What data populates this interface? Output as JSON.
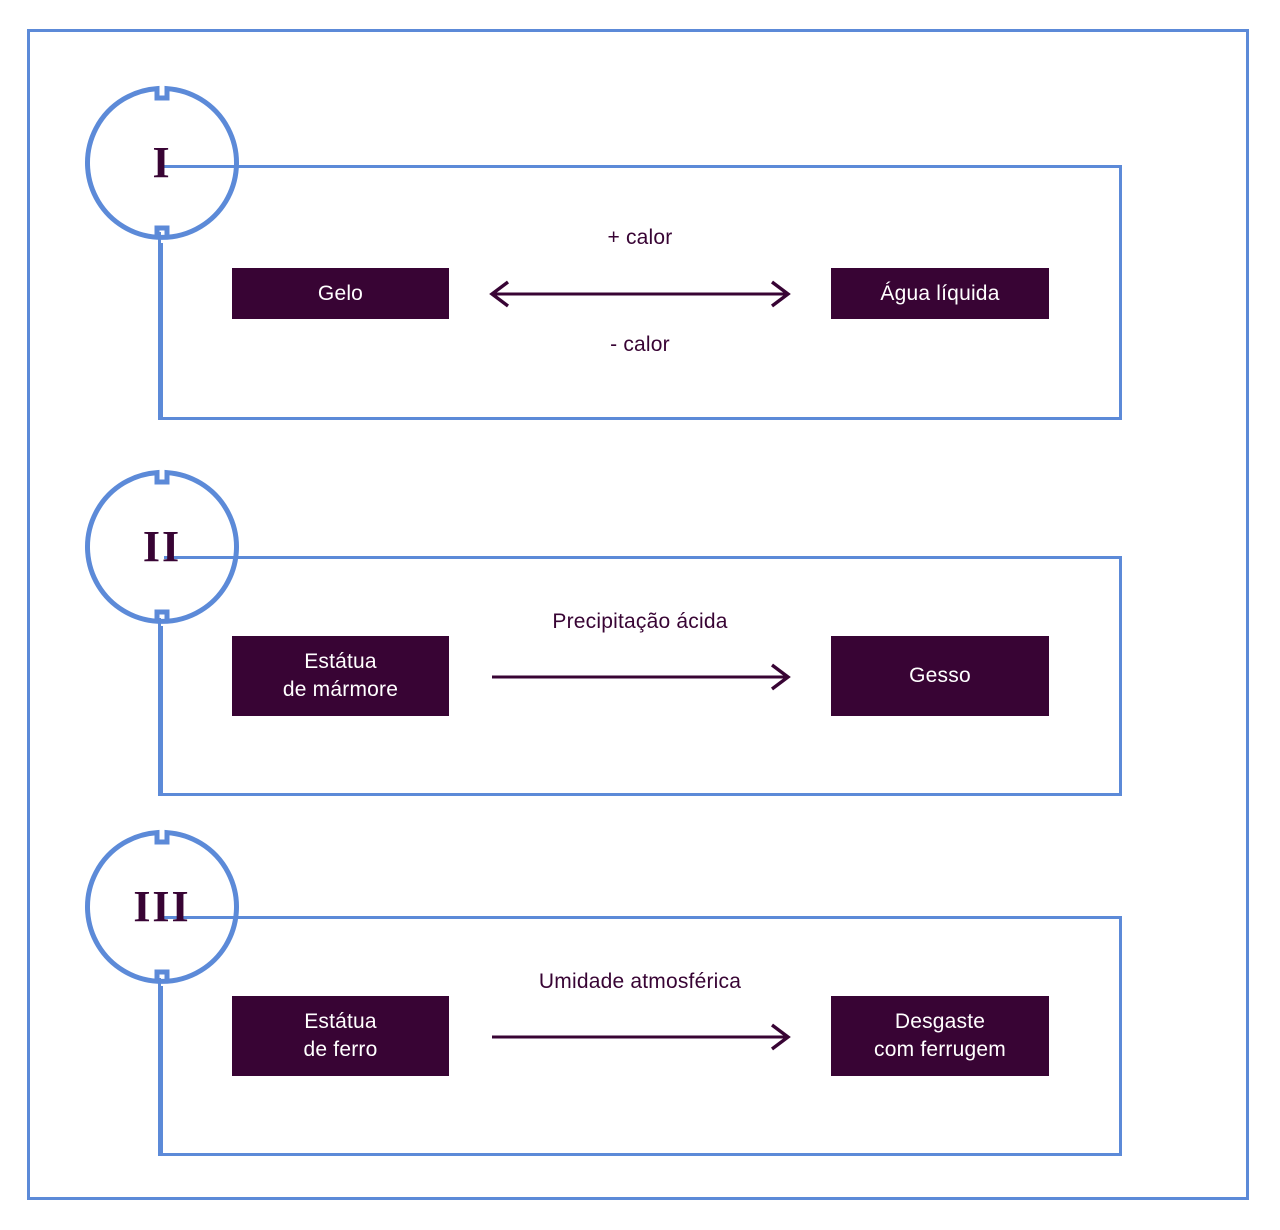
{
  "theme": {
    "blue": "#5c8ad8",
    "dark_purple": "#380434",
    "background": "#ffffff",
    "box_text": "#ffffff"
  },
  "sections": [
    {
      "numeral": "I",
      "left_box": {
        "lines": [
          "Gelo"
        ]
      },
      "right_box": {
        "lines": [
          "Água líquida"
        ]
      },
      "arrow": {
        "type": "double",
        "direction": "both"
      },
      "caption_above": "+ calor",
      "caption_below": "- calor"
    },
    {
      "numeral": "II",
      "left_box": {
        "lines": [
          "Estátua",
          "de mármore"
        ]
      },
      "right_box": {
        "lines": [
          "Gesso"
        ]
      },
      "arrow": {
        "type": "single",
        "direction": "right"
      },
      "caption_above": "Precipitação ácida",
      "caption_below": ""
    },
    {
      "numeral": "III",
      "left_box": {
        "lines": [
          "Estátua",
          "de ferro"
        ]
      },
      "right_box": {
        "lines": [
          "Desgaste",
          "com ferrugem"
        ]
      },
      "arrow": {
        "type": "single",
        "direction": "right"
      },
      "caption_above": "Umidade atmosférica",
      "caption_below": ""
    }
  ]
}
